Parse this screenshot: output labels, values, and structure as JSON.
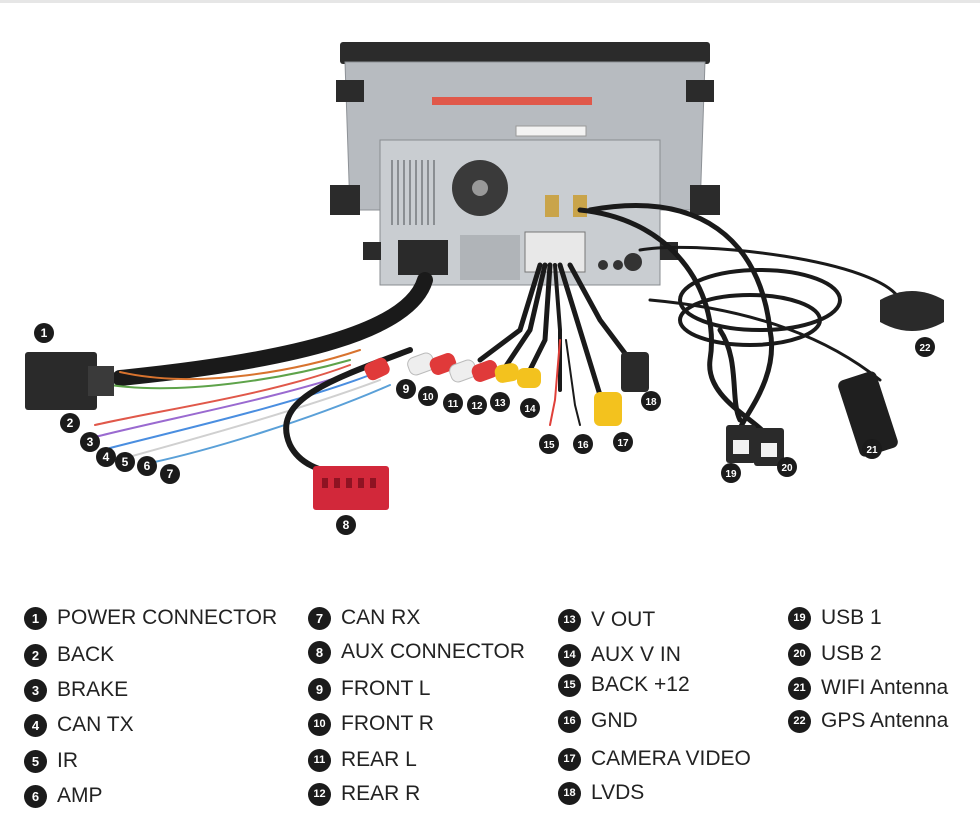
{
  "legend": [
    {
      "num": "1",
      "label": "POWER CONNECTOR"
    },
    {
      "num": "2",
      "label": "BACK"
    },
    {
      "num": "3",
      "label": "BRAKE"
    },
    {
      "num": "4",
      "label": "CAN TX"
    },
    {
      "num": "5",
      "label": "IR"
    },
    {
      "num": "6",
      "label": "AMP"
    },
    {
      "num": "7",
      "label": "CAN RX"
    },
    {
      "num": "8",
      "label": "AUX CONNECTOR"
    },
    {
      "num": "9",
      "label": "FRONT L"
    },
    {
      "num": "10",
      "label": "FRONT R"
    },
    {
      "num": "11",
      "label": "REAR L"
    },
    {
      "num": "12",
      "label": "REAR R"
    },
    {
      "num": "13",
      "label": "V OUT"
    },
    {
      "num": "14",
      "label": "AUX V IN"
    },
    {
      "num": "15",
      "label": "BACK +12"
    },
    {
      "num": "16",
      "label": "GND"
    },
    {
      "num": "17",
      "label": "CAMERA VIDEO"
    },
    {
      "num": "18",
      "label": "LVDS"
    },
    {
      "num": "19",
      "label": "USB 1"
    },
    {
      "num": "20",
      "label": "USB 2"
    },
    {
      "num": "21",
      "label": "WIFI Antenna"
    },
    {
      "num": "22",
      "label": "GPS Antenna"
    }
  ],
  "callouts": [
    "1",
    "2",
    "3",
    "4",
    "5",
    "6",
    "7",
    "8",
    "9",
    "10",
    "11",
    "12",
    "13",
    "14",
    "15",
    "16",
    "17",
    "18",
    "19",
    "20",
    "21",
    "22"
  ],
  "colors": {
    "badge": "#1b1b1b",
    "wire_black": "#1a1a1a",
    "connector_red": "#d2283a",
    "rca_red": "#e03a3a",
    "rca_yellow": "#f3c21e",
    "chassis": "#bfc3c8"
  }
}
